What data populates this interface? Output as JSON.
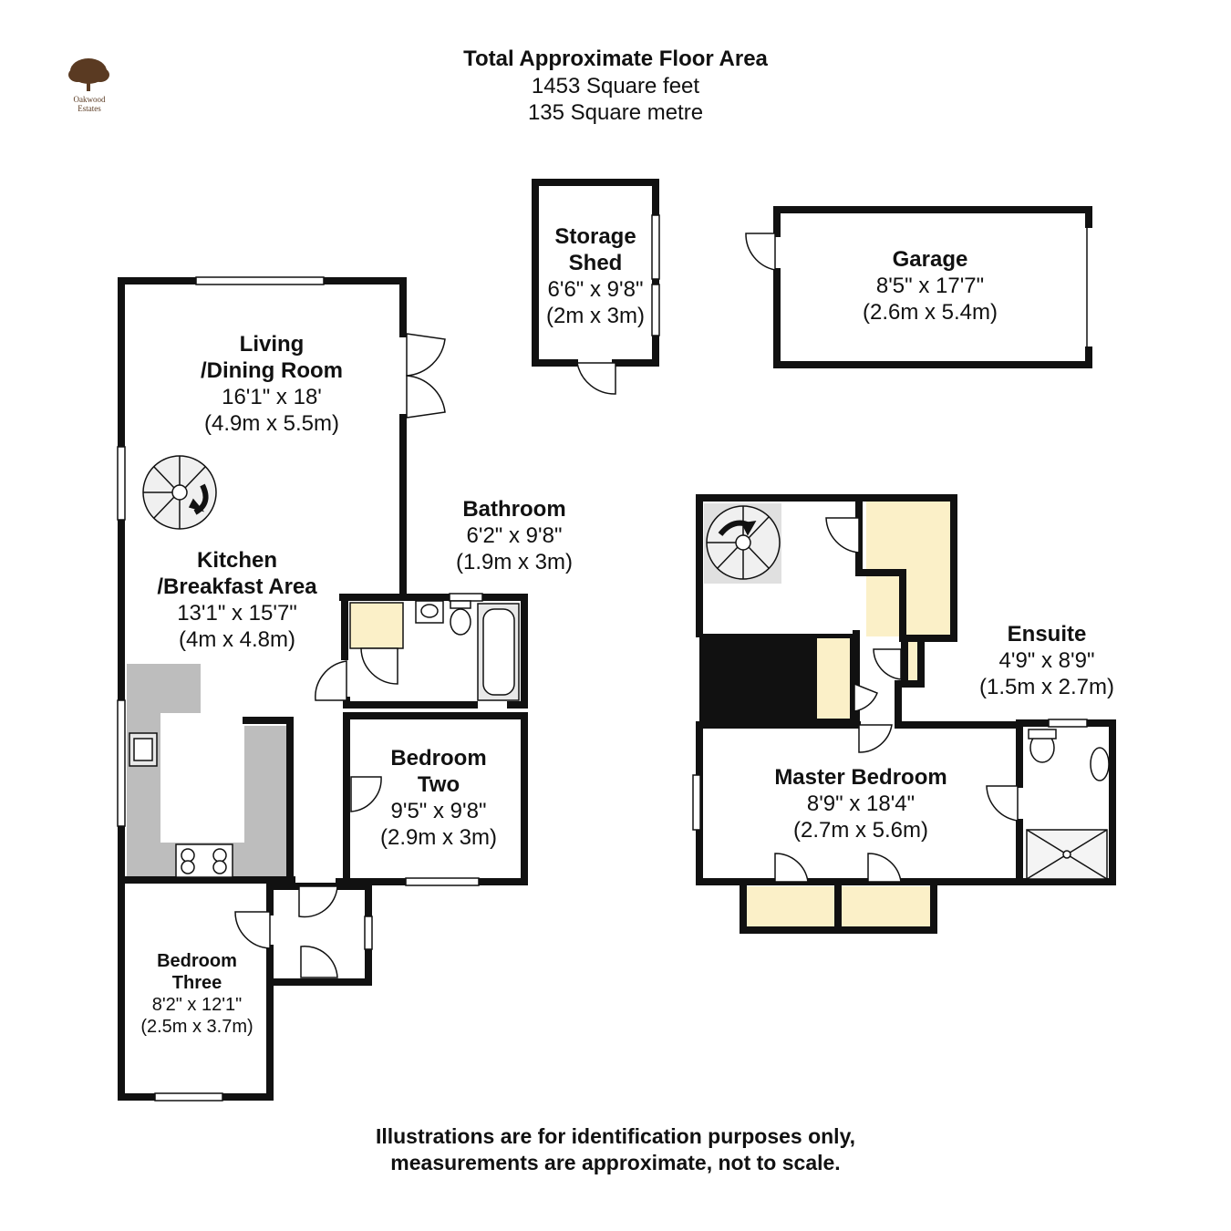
{
  "header": {
    "title": "Total Approximate Floor Area",
    "area_sqft": "1453 Square feet",
    "area_sqm": "135 Square metre"
  },
  "logo": {
    "name_line1": "Oakwood",
    "name_line2": "Estates",
    "color": "#5a3a22"
  },
  "rooms": {
    "living": {
      "name_line1": "Living",
      "name_line2": "/Dining Room",
      "dim_imperial": "16'1\" x 18'",
      "dim_metric": "(4.9m x 5.5m)"
    },
    "kitchen": {
      "name_line1": "Kitchen",
      "name_line2": "/Breakfast Area",
      "dim_imperial": "13'1\" x 15'7\"",
      "dim_metric": "(4m x 4.8m)"
    },
    "bathroom": {
      "name": "Bathroom",
      "dim_imperial": "6'2\" x 9'8\"",
      "dim_metric": "(1.9m x 3m)"
    },
    "bedroom_two": {
      "name_line1": "Bedroom",
      "name_line2": "Two",
      "dim_imperial": "9'5\" x 9'8\"",
      "dim_metric": "(2.9m x 3m)"
    },
    "bedroom_three": {
      "name_line1": "Bedroom",
      "name_line2": "Three",
      "dim_imperial": "8'2\" x 12'1\"",
      "dim_metric": "(2.5m x 3.7m)"
    },
    "storage_shed": {
      "name_line1": "Storage",
      "name_line2": "Shed",
      "dim_imperial": "6'6\" x 9'8\"",
      "dim_metric": "(2m x 3m)"
    },
    "garage": {
      "name": "Garage",
      "dim_imperial": "8'5\" x 17'7\"",
      "dim_metric": "(2.6m x 5.4m)"
    },
    "ensuite": {
      "name": "Ensuite",
      "dim_imperial": "4'9\" x 8'9\"",
      "dim_metric": "(1.5m x 2.7m)"
    },
    "master_bedroom": {
      "name": "Master Bedroom",
      "dim_imperial": "8'9\" x 18'4\"",
      "dim_metric": "(2.7m x 5.6m)"
    }
  },
  "footer": {
    "line1": "Illustrations are for identification purposes only,",
    "line2": "measurements are approximate, not to scale."
  },
  "colors": {
    "wall": "#111111",
    "storage_fill": "#fbf0c8",
    "worktop": "#bdbdbd",
    "fixture_fill": "#e8e8e8"
  }
}
